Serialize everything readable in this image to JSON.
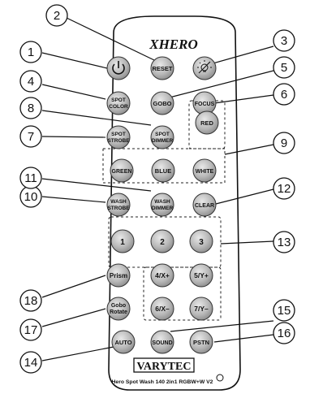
{
  "remote": {
    "brand_logo": "XHERO",
    "maker_logo": "VARYTEC",
    "model_name": "Hero Spot Wash 140 2in1 RGBW+W V2"
  },
  "buttons": {
    "power": "power-icon",
    "reset": "RESET",
    "light": "light-bulb-icon",
    "spot_color": [
      "SPOT",
      "COLOR"
    ],
    "gobo": "GOBO",
    "focus": "FOCUS",
    "spot_strobe": [
      "SPOT",
      "STROBE"
    ],
    "spot_dimmer": [
      "SPOT",
      "DIMMER"
    ],
    "red": "RED",
    "green": "GREEN",
    "blue": "BLUE",
    "white": "WHITE",
    "wash_strobe": [
      "WASH",
      "STROBE"
    ],
    "wash_dimmer": [
      "WASH",
      "DIMMER"
    ],
    "clear": "CLEAR",
    "one": "1",
    "two": "2",
    "three": "3",
    "prism": "Prism",
    "four": "4/X+",
    "five": "5/Y+",
    "gobo_rotate": [
      "Gobo",
      "Rotate"
    ],
    "six": "6/X–",
    "seven": "7/Y–",
    "auto": "AUTO",
    "sound": "SOUND",
    "pstn": "PSTN"
  },
  "callouts": [
    "1",
    "2",
    "3",
    "4",
    "5",
    "6",
    "7",
    "8",
    "9",
    "10",
    "11",
    "12",
    "13",
    "14",
    "15",
    "16",
    "17",
    "18"
  ]
}
